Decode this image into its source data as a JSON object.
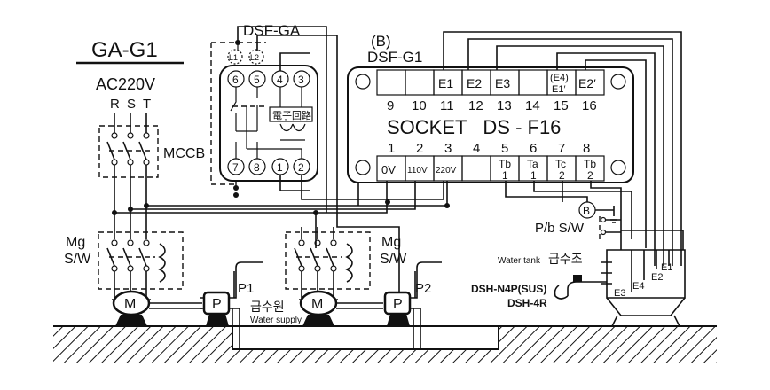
{
  "title": "GA-G1",
  "voltage": "AC220V",
  "phases": [
    "R",
    "S",
    "T"
  ],
  "mccb_label": "MCCB",
  "dsfga_label": "DSF-GA",
  "dsfga_top_terminals": [
    "6",
    "5",
    "4",
    "3"
  ],
  "dsfga_bottom_terminals": [
    "7",
    "8",
    "1",
    "2"
  ],
  "dsfga_aux": [
    "L1",
    "L2"
  ],
  "dsfga_circuit": "電子回路",
  "b_label": "(B)",
  "dsfg1_label": "DSF-G1",
  "socket_title": "SOCKET   DS - F16",
  "socket_top_labels": [
    "E1",
    "E2",
    "E3",
    "(E4)",
    "E1′",
    "E2′"
  ],
  "socket_top_numbers": [
    "9",
    "10",
    "11",
    "12",
    "13",
    "14",
    "15",
    "16"
  ],
  "socket_bottom_numbers": [
    "1",
    "2",
    "3",
    "4",
    "5",
    "6",
    "7",
    "8"
  ],
  "socket_bottom_labels": [
    "0V",
    "110V",
    "220V",
    "Tb",
    "1",
    "Ta",
    "1",
    "Tc",
    "2",
    "Tb",
    "2"
  ],
  "b_marker": "B",
  "pb_switch": "P/b S/W",
  "mg_sw_label_1": "Mg",
  "mg_sw_label_2": "S/W",
  "motor_label": "M",
  "pump_label": "P",
  "p1": "P1",
  "p2": "P2",
  "water_supply_kr": "급수원",
  "water_supply_en": "Water supply",
  "tank_en": "Water tank",
  "tank_kr": "급수조",
  "electrodes": [
    "E1",
    "E2",
    "E3",
    "E4"
  ],
  "model_1": "DSH-N4P(SUS)",
  "model_2": "DSH-4R"
}
